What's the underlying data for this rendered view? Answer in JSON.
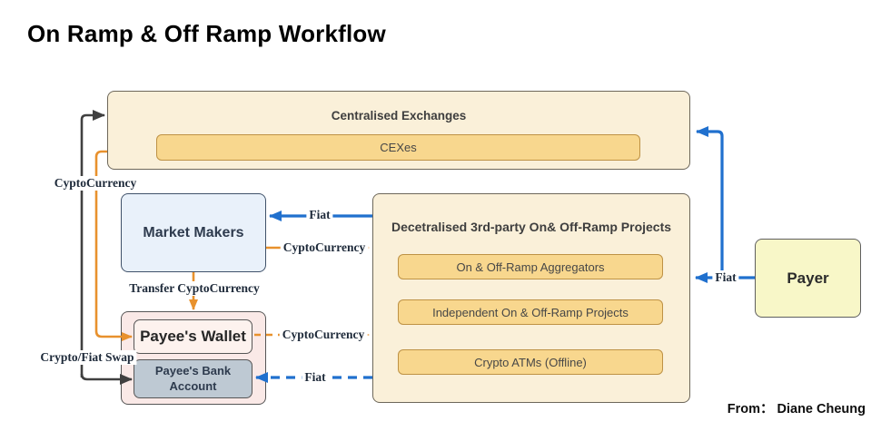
{
  "page": {
    "title": "On Ramp & Off Ramp Workflow",
    "credit": "From： Diane Cheung"
  },
  "colors": {
    "orange_flow": "#E8912D",
    "blue_flow": "#2070CE",
    "dark_flow": "#404040",
    "cream_fill": "#FAF0D9",
    "amber_fill": "#F8D78E",
    "market_makers_fill": "#E9F1FA",
    "payee_group_fill": "#FAE9E7",
    "wallet_fill": "#FDF2EE",
    "bank_fill": "#BEC9D3",
    "payer_fill": "#F8F7C8"
  },
  "centralised_exchanges": {
    "title": "Centralised Exchanges",
    "cexes_label": "CEXes"
  },
  "market_makers": {
    "title": "Market Makers"
  },
  "payee_group": {
    "wallet_label": "Payee's Wallet",
    "bank_label": "Payee's Bank Account"
  },
  "decentralised": {
    "title": "Decetralised 3rd-party On& Off-Ramp Projects",
    "items": [
      "On & Off-Ramp Aggregators",
      "Independent On & Off-Ramp Projects",
      "Crypto ATMs (Offline)"
    ]
  },
  "payer": {
    "title": "Payer"
  },
  "edge_labels": {
    "left_cyptocurrency": "CyptoCurrency",
    "fiat_to_market_makers": "Fiat",
    "cypto_from_market_makers": "CyptoCurrency",
    "transfer_cyptocurrency": "Transfer CyptoCurrency",
    "cypto_from_wallet": "CyptoCurrency",
    "crypto_fiat_swap": "Crypto/Fiat Swap",
    "fiat_to_bank": "Fiat",
    "fiat_from_payer": "Fiat"
  }
}
